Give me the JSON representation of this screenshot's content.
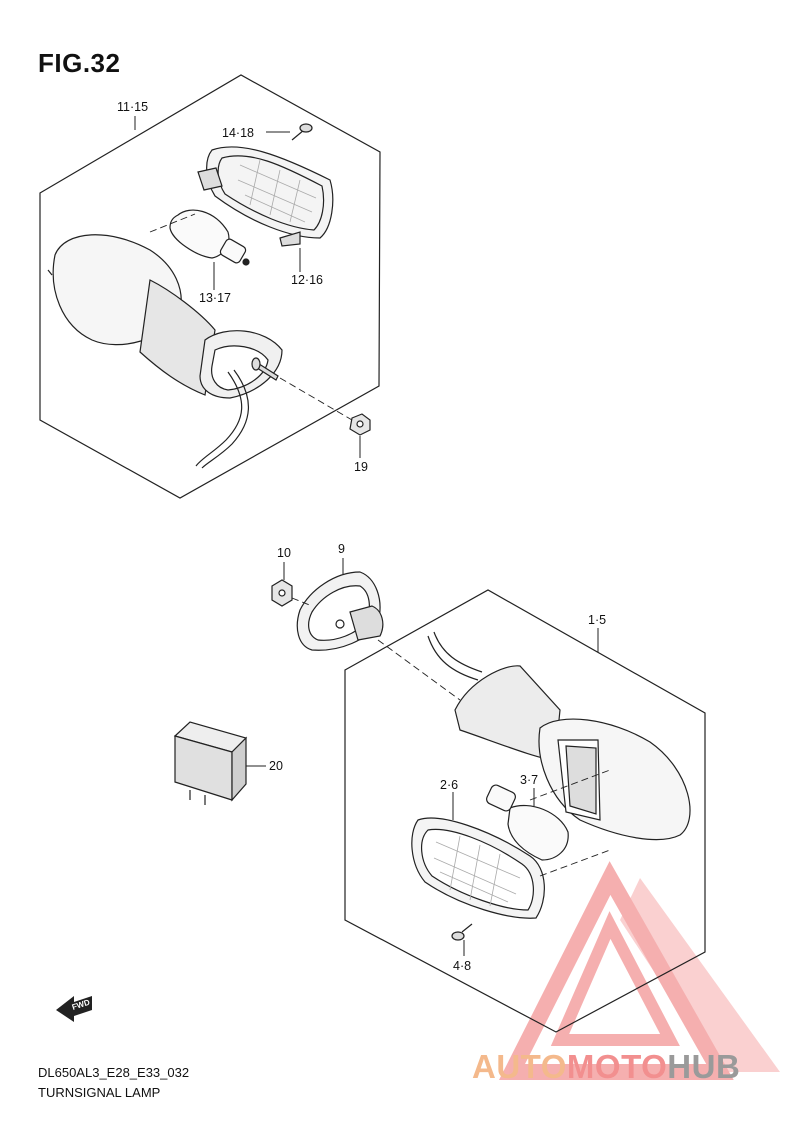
{
  "figure": {
    "title": "FIG.32"
  },
  "callouts": {
    "c11_15": "11·15",
    "c14_18": "14·18",
    "c12_16": "12·16",
    "c13_17": "13·17",
    "c19": "19",
    "c10": "10",
    "c9": "9",
    "c1_5": "1·5",
    "c20": "20",
    "c2_6": "2·6",
    "c3_7": "3·7",
    "c4_8": "4·8"
  },
  "fwd": {
    "label": "FWD"
  },
  "footer": {
    "code": "DL650AL3_E28_E33_032",
    "name": "TURNSIGNAL LAMP"
  },
  "watermark": {
    "part1": "AUTO",
    "part2": "MOTO",
    "part3": "HUB",
    "colors": {
      "auto": "#f4b98c",
      "moto": "#f28f8f",
      "hub": "#9a9a9a",
      "logo": "#ee8a8a"
    }
  }
}
